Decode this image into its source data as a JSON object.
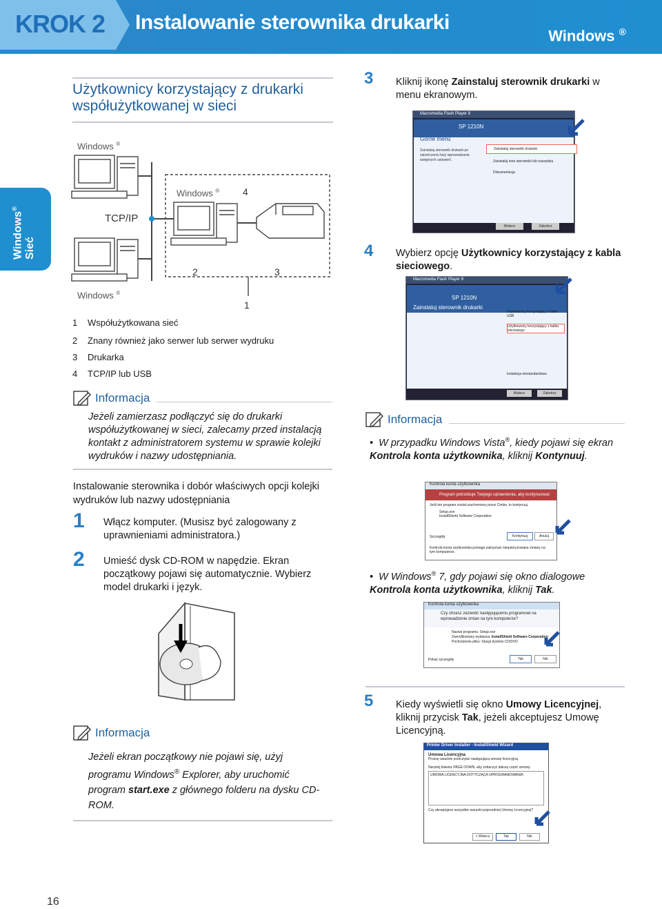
{
  "header": {
    "step": "KROK 2",
    "title": "Instalowanie sterownika drukarki",
    "os": "Windows",
    "os_mark": "®"
  },
  "side_tab": {
    "line1": "Windows",
    "mark": "®",
    "line2": "Sieć"
  },
  "section": {
    "title": "Użytkownicy korzystający z drukarki współużytkowanej w sieci"
  },
  "diagram": {
    "top_label": "Windows",
    "top_mark": "®",
    "tcpip": "TCP/IP",
    "mid_label": "Windows",
    "mid_mark": "®",
    "mid_num": "4",
    "num2": "2",
    "num3": "3",
    "bottom_label": "Windows",
    "bottom_mark": "®",
    "num1": "1"
  },
  "legend": [
    {
      "n": "1",
      "text": "Współużytkowana sieć"
    },
    {
      "n": "2",
      "text": "Znany również jako  serwer  lub  serwer wydruku"
    },
    {
      "n": "3",
      "text": "Drukarka"
    },
    {
      "n": "4",
      "text": "TCP/IP lub USB"
    }
  ],
  "note1": {
    "label": "Informacja",
    "body": "Jeżeli zamierzasz podłączyć się do drukarki współużytkowanej w sieci, zalecamy przed instalacją kontakt z administratorem systemu w sprawie kolejki wydruków i nazwy udostępniania."
  },
  "subheading": "Instalowanie sterownika i dobór właściwych opcji kolejki wydruków lub nazwy udostępniania",
  "steps_left": [
    {
      "n": "1",
      "text": "Włącz komputer. (Musisz być zalogowany z uprawnieniami administratora.)"
    },
    {
      "n": "2",
      "text": "Umieść dysk CD-ROM w napędzie. Ekran początkowy pojawi się automatycznie. Wybierz model drukarki i język."
    }
  ],
  "note2": {
    "label": "Informacja",
    "body_a": "Jeżeli ekran początkowy nie pojawi się, użyj programu Windows",
    "mark": "®",
    "body_b": " Explorer, aby uruchomić program ",
    "bold": "start.exe",
    "body_c": " z głównego folderu na dysku CD-ROM."
  },
  "step3": {
    "n": "3",
    "pre": "Kliknij ikonę ",
    "bold": "Zainstaluj sterownik drukarki",
    "post": " w menu ekranowym."
  },
  "screen1": {
    "titlebar": "Macromedia Flash Player 8",
    "model": "SP 1210N",
    "menu": "Górne menu",
    "left_text": "Zainstaluj sterownik drukarki po zakończeniu fazy wprowadzania wstępnych ustawień.",
    "item1": "Zainstaluj sterownik drukarki",
    "item2": "Zainstaluj inne sterowniki lub narzędzia",
    "item3": "Dokumentacja",
    "btn_back": "Wstecz",
    "btn_exit": "Zakończ"
  },
  "step4": {
    "n": "4",
    "pre": "Wybierz opcję ",
    "bold": "Użytkownicy korzystający z kabla sieciowego",
    "post": "."
  },
  "screen2": {
    "titlebar": "Macromedia Flash Player 8",
    "model": "SP 1210N",
    "heading": "Zainstaluj sterownik drukarki",
    "opt1": "Użytkownicy korzystający z kabla USB",
    "opt2": "Użytkownicy korzystający z kabla sieciowego",
    "opt3": "Instalacja niestandardowa",
    "btn_back": "Wstecz",
    "btn_exit": "Zakończ"
  },
  "note3": {
    "label": "Informacja",
    "b1_pre": "W przypadku Windows Vista",
    "b1_mark": "®",
    "b1_mid": ", kiedy pojawi się ekran ",
    "b1_bold": "Kontrola konta użytkownika",
    "b1_mid2": ", kliknij ",
    "b1_bold2": "Kontynuuj",
    "b1_end": ".",
    "b2_pre": "W Windows",
    "b2_mark": "®",
    "b2_mid": " 7, gdy pojawi się okno dialogowe ",
    "b2_bold": "Kontrola konta użytkownika",
    "b2_mid2": ", kliknij ",
    "b2_bold2": "Tak",
    "b2_end": "."
  },
  "uac_vista": {
    "title": "Kontrola konta użytkownika",
    "msg": "Program potrzebuje Twojego uprawnienia, aby kontynuować",
    "sub": "Jeśli ten program został uruchomiony przez Ciebie, to kontynuuj.",
    "prog": "Setup.exe",
    "vendor": "InstallShield Software Corporation",
    "details": "Szczegóły",
    "btn_ok": "Kontynuuj",
    "btn_cancel": "Anuluj",
    "footer": "Kontrola konta użytkownika pomaga zatrzymać nieautoryzowane zmiany na tym komputerze."
  },
  "uac_win7": {
    "title": "Kontrola konta użytkownika",
    "msg": "Czy chcesz zezwolić następującemu programowi na wprowadzenie zmian na tym komputerze?",
    "l1": "Nazwa programu:",
    "v1": "Setup.exe",
    "l2": "Zweryfikowany wydawca:",
    "v2": "InstallShield Software Corporation",
    "l3": "Pochodzenie pliku:",
    "v3": "Stacja dysków CD/DVD",
    "details": "Pokaż szczegóły",
    "btn_yes": "Tak",
    "btn_no": "Nie"
  },
  "step5": {
    "n": "5",
    "pre": "Kiedy wyświetli się okno ",
    "bold": "Umowy Licencyjnej",
    "mid": ", kliknij przycisk ",
    "bold2": "Tak",
    "post": ", jeżeli akceptujesz Umowę Licencyjną."
  },
  "license": {
    "title": "Printer Driver Installer - InstallShield Wizard",
    "h": "Umowa Licencyjna",
    "sub": "Proszę uważnie przeczytać następującą umowę licencyjną.",
    "hint": "Naciśnij klawisz PAGE DOWN, aby zobaczyć dalszą część umowy.",
    "body": "UMOWA LICENCYJNA DOTYCZĄCA OPROGRAMOWANIA",
    "q": "Czy akceptujesz wszystkie warunki poprzedniej Umowy Licencyjnej?",
    "btn_back": "< Wstecz",
    "btn_yes": "Tak",
    "btn_no": "Nie"
  },
  "page_number": "16"
}
